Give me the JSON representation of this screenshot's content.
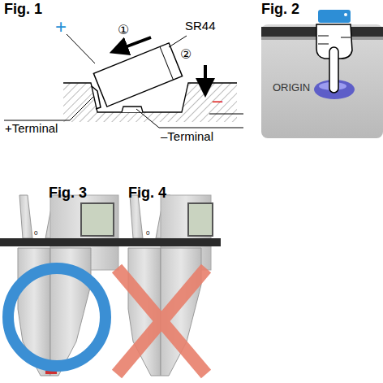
{
  "diagram": {
    "labels": [
      "Fig. 1",
      "①",
      "SR44",
      "+",
      "②",
      "–",
      "+Terminal",
      "–Terminal",
      "Fig. 2",
      "ORIGIN",
      "Fig. 3",
      "Fig. 4",
      "0",
      "0"
    ]
  }
}
